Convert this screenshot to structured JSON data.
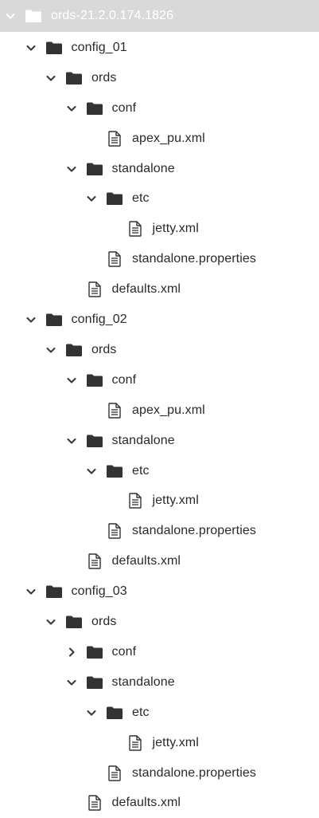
{
  "colors": {
    "selection_background": "#d9d9d9",
    "selected_text": "#ffffff",
    "text": "#2a2a2a",
    "icon": "#333333"
  },
  "tree": [
    {
      "label": "ords-21.2.0.174.1826",
      "depth": 0,
      "kind": "folder",
      "state": "expanded",
      "selected": true,
      "icon": "folder-icon",
      "icon_color": "#ffffff"
    },
    {
      "label": "config_01",
      "depth": 1,
      "kind": "folder",
      "state": "expanded",
      "icon": "folder-icon"
    },
    {
      "label": "ords",
      "depth": 2,
      "kind": "folder",
      "state": "expanded",
      "icon": "folder-icon"
    },
    {
      "label": "conf",
      "depth": 3,
      "kind": "folder",
      "state": "expanded",
      "icon": "folder-icon"
    },
    {
      "label": "apex_pu.xml",
      "depth": 4,
      "kind": "file",
      "icon": "file-icon"
    },
    {
      "label": "standalone",
      "depth": 3,
      "kind": "folder",
      "state": "expanded",
      "icon": "folder-icon"
    },
    {
      "label": "etc",
      "depth": 4,
      "kind": "folder",
      "state": "expanded",
      "icon": "folder-icon"
    },
    {
      "label": "jetty.xml",
      "depth": 5,
      "kind": "file",
      "icon": "file-icon"
    },
    {
      "label": "standalone.properties",
      "depth": 4,
      "kind": "file",
      "icon": "file-icon"
    },
    {
      "label": "defaults.xml",
      "depth": 3,
      "kind": "file",
      "icon": "file-icon"
    },
    {
      "label": "config_02",
      "depth": 1,
      "kind": "folder",
      "state": "expanded",
      "icon": "folder-icon"
    },
    {
      "label": "ords",
      "depth": 2,
      "kind": "folder",
      "state": "expanded",
      "icon": "folder-icon"
    },
    {
      "label": "conf",
      "depth": 3,
      "kind": "folder",
      "state": "expanded",
      "icon": "folder-icon"
    },
    {
      "label": "apex_pu.xml",
      "depth": 4,
      "kind": "file",
      "icon": "file-icon"
    },
    {
      "label": "standalone",
      "depth": 3,
      "kind": "folder",
      "state": "expanded",
      "icon": "folder-icon"
    },
    {
      "label": "etc",
      "depth": 4,
      "kind": "folder",
      "state": "expanded",
      "icon": "folder-icon"
    },
    {
      "label": "jetty.xml",
      "depth": 5,
      "kind": "file",
      "icon": "file-icon"
    },
    {
      "label": "standalone.properties",
      "depth": 4,
      "kind": "file",
      "icon": "file-icon"
    },
    {
      "label": "defaults.xml",
      "depth": 3,
      "kind": "file",
      "icon": "file-icon"
    },
    {
      "label": "config_03",
      "depth": 1,
      "kind": "folder",
      "state": "expanded",
      "icon": "folder-icon"
    },
    {
      "label": "ords",
      "depth": 2,
      "kind": "folder",
      "state": "expanded",
      "icon": "folder-icon"
    },
    {
      "label": "conf",
      "depth": 3,
      "kind": "folder",
      "state": "collapsed",
      "icon": "folder-icon"
    },
    {
      "label": "standalone",
      "depth": 3,
      "kind": "folder",
      "state": "expanded",
      "icon": "folder-icon"
    },
    {
      "label": "etc",
      "depth": 4,
      "kind": "folder",
      "state": "expanded",
      "icon": "folder-icon"
    },
    {
      "label": "jetty.xml",
      "depth": 5,
      "kind": "file",
      "icon": "file-icon"
    },
    {
      "label": "standalone.properties",
      "depth": 4,
      "kind": "file",
      "icon": "file-icon"
    },
    {
      "label": "defaults.xml",
      "depth": 3,
      "kind": "file",
      "icon": "file-icon"
    }
  ]
}
